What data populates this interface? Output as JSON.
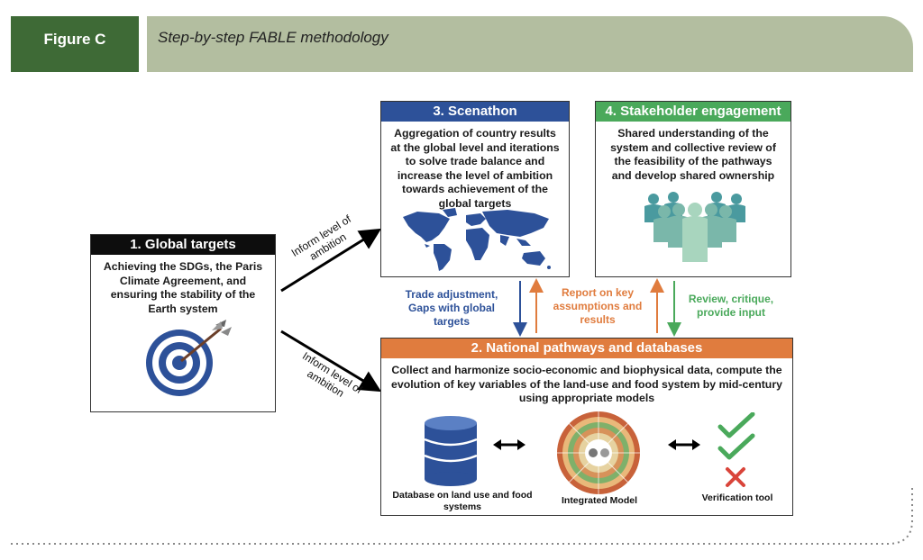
{
  "header": {
    "figure_label": "Figure C",
    "title": "Step-by-step FABLE methodology"
  },
  "boxes": {
    "global_targets": {
      "title": "1. Global targets",
      "text": "Achieving the SDGs, the Paris Climate Agreement, and ensuring the stability of the Earth system"
    },
    "scenathon": {
      "title": "3. Scenathon",
      "text": "Aggregation of country results at the global level and iterations to solve trade balance and increase the level of ambition towards achievement of the global targets"
    },
    "stakeholder": {
      "title": "4. Stakeholder engagement",
      "text": "Shared understanding of the system and collective review of the feasibility of the pathways and develop shared ownership"
    },
    "national": {
      "title": "2. National pathways and databases",
      "text": "Collect and harmonize socio-economic and biophysical data, compute the evolution of key variables of the land-use and food system by mid-century using appropriate models",
      "database_label": "Database on land use and food systems",
      "model_label": "Integrated Model",
      "verification_label": "Verification tool"
    }
  },
  "arrows": {
    "inform_top": "Inform level of ambition",
    "inform_bottom": "Inform level of ambition",
    "trade": "Trade adjustment, Gaps with global targets",
    "report": "Report on key assumptions and results",
    "review": "Review, critique, provide input"
  },
  "colors": {
    "header_green": "#3e6a36",
    "header_bar": "#b3bea0",
    "scenathon_blue": "#2d5199",
    "stakeholder_green": "#4aa95b",
    "national_orange": "#e07c3e",
    "trade_text": "#2d5199",
    "report_text": "#e07c3e",
    "review_text": "#4aa95b"
  },
  "icons": [
    "target-icon",
    "world-map-icon",
    "people-group-icon",
    "database-icon",
    "double-arrow-icon",
    "integrated-model-icon",
    "checkmark-icon",
    "cross-icon"
  ]
}
